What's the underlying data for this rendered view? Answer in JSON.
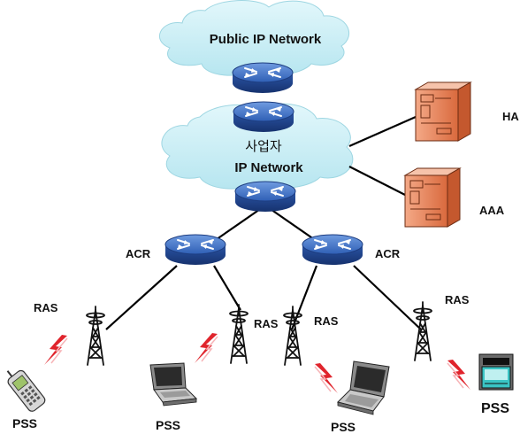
{
  "clouds": {
    "public": {
      "label": "Public IP Network"
    },
    "operator": {
      "label_line1": "사업자",
      "label_line2": "IP Network"
    }
  },
  "servers": {
    "ha": {
      "label": "HA"
    },
    "aaa": {
      "label": "AAA"
    }
  },
  "acr": {
    "left": {
      "label": "ACR"
    },
    "right": {
      "label": "ACR"
    }
  },
  "ras": [
    {
      "label": "RAS"
    },
    {
      "label": "RAS"
    },
    {
      "label": "RAS"
    },
    {
      "label": "RAS"
    }
  ],
  "pss": [
    {
      "label": "PSS"
    },
    {
      "label": "PSS"
    },
    {
      "label": "PSS"
    },
    {
      "label": "PSS"
    }
  ],
  "colors": {
    "cloud": "#c9eef5",
    "router": "#2f5fb5",
    "server": "#e8865a",
    "signal": "#e0242c",
    "link": "#000000"
  }
}
